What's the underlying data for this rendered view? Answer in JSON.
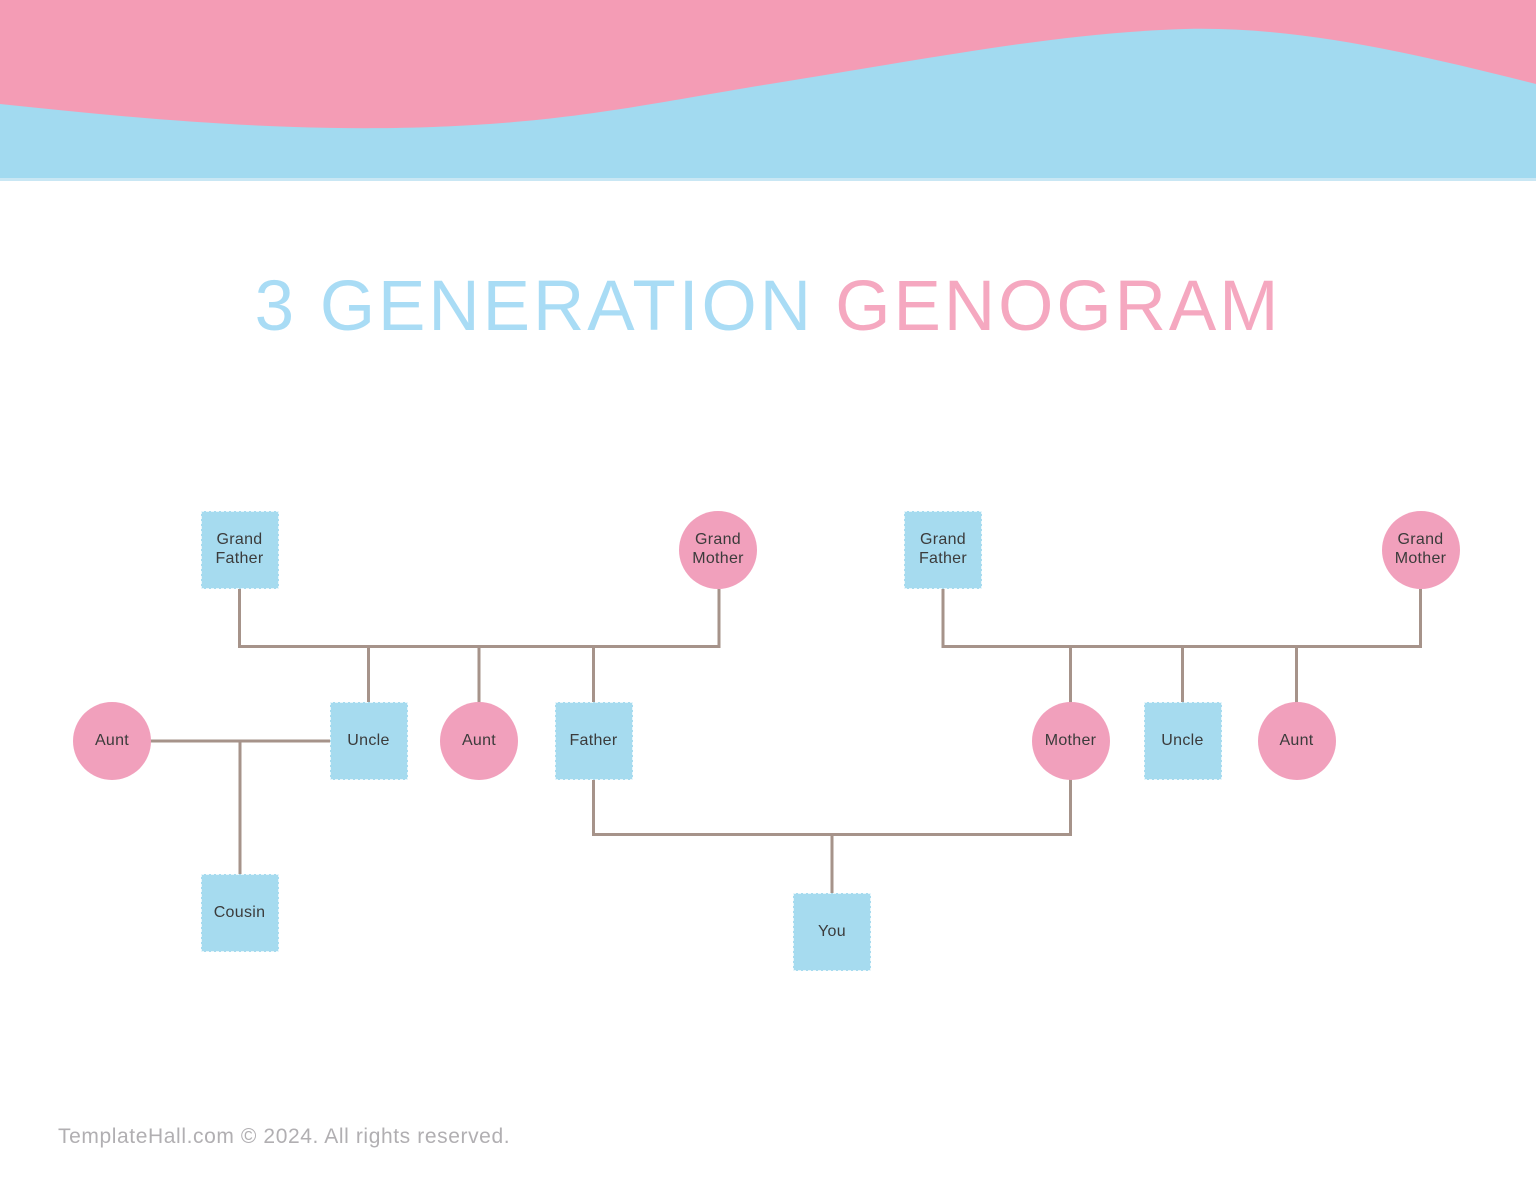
{
  "colors": {
    "wave-pink": "#F49CB5",
    "wave-blue": "#A2DAF0",
    "band-strip": "#C9E7F4",
    "title-blue": "#A9DCF5",
    "title-pink": "#F5A8C0",
    "male-fill": "#A6DBEF",
    "female-fill": "#F1A0BC",
    "line": "#A6938A",
    "label-text": "#3B3B3B",
    "footer-text": "#B1AFB2"
  },
  "title": {
    "blue_text": "3 GENERATION",
    "pink_text": "GENOGRAM"
  },
  "genogram": {
    "legend": "square = male (blue), circle = female (pink)",
    "nodes": [
      {
        "label": "Grand Father",
        "shape": "square",
        "side": "paternal"
      },
      {
        "label": "Grand Mother",
        "shape": "circle",
        "side": "paternal"
      },
      {
        "label": "Aunt",
        "shape": "circle",
        "side": "paternal-in-law"
      },
      {
        "label": "Uncle",
        "shape": "square",
        "side": "paternal"
      },
      {
        "label": "Aunt",
        "shape": "circle",
        "side": "paternal"
      },
      {
        "label": "Father",
        "shape": "square",
        "side": "paternal"
      },
      {
        "label": "Cousin",
        "shape": "square",
        "side": "paternal"
      },
      {
        "label": "Grand Father",
        "shape": "square",
        "side": "maternal"
      },
      {
        "label": "Grand Mother",
        "shape": "circle",
        "side": "maternal"
      },
      {
        "label": "Mother",
        "shape": "circle",
        "side": "maternal"
      },
      {
        "label": "Uncle",
        "shape": "square",
        "side": "maternal"
      },
      {
        "label": "Aunt",
        "shape": "circle",
        "side": "maternal"
      },
      {
        "label": "You",
        "shape": "square",
        "side": "self"
      }
    ]
  },
  "footer": {
    "text": "TemplateHall.com © 2024. All rights reserved."
  }
}
